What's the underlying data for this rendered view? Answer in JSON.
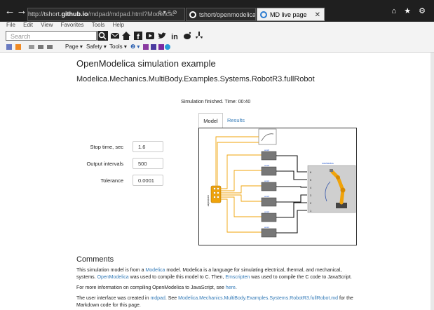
{
  "browser": {
    "address_prefix": "http://tshort.",
    "address_host": "github.io",
    "address_tail": "/mdpad/mdpad.html?Modelica.",
    "address_controls": "ρ ▾ ≡ ⊘",
    "tab1_label": "tshort/openmodelica-javas...",
    "tab2_label": "MD live page",
    "tab2_close": "✕",
    "back_glyph": "←",
    "forward_glyph": "→",
    "window_controls": "⌂ ★ ⚙"
  },
  "menu": [
    "File",
    "Edit",
    "View",
    "Favorites",
    "Tools",
    "Help"
  ],
  "search_placeholder": "Search",
  "toolbar_icons": [
    "search-icon",
    "mail-icon",
    "home-icon",
    "facebook-icon",
    "youtube-icon",
    "twitter-icon",
    "linkedin-icon",
    "reddit-icon",
    "yelp-icon"
  ],
  "commands": {
    "page": "Page ▾",
    "safety": "Safety ▾",
    "tools": "Tools ▾",
    "help": "❷ ▾"
  },
  "page": {
    "title": "OpenModelica simulation example",
    "model_name": "Modelica.Mechanics.MultiBody.Examples.Systems.RobotR3.fullRobot",
    "status": "Simulation finished.  Time: 00:40",
    "tabs": [
      "Model",
      "Results"
    ],
    "fields": [
      {
        "label": "Stop time, sec",
        "value": "1.6"
      },
      {
        "label": "Output intervals",
        "value": "500"
      },
      {
        "label": "Tolerance",
        "value": "0.0001"
      }
    ],
    "diagram": {
      "controller_label": "controller",
      "robot_label": "mechanics",
      "axis_labels": [
        "axis1",
        "axis2",
        "axis3",
        "axis4",
        "axis5",
        "axis6"
      ],
      "port_numbers": [
        "6",
        "5",
        "4",
        "3",
        "2",
        "1"
      ],
      "accent_orange": "#f0a30a",
      "accent_dark": "#333333"
    },
    "comments_heading": "Comments",
    "p1": {
      "t1": "This simulation model is from a ",
      "link1": "Modelica",
      "t2": " model. Modelica is a language for simulating electrical, thermal, and mechanical, systems. ",
      "link2": "OpenModelica",
      "t3": " was used to compile this model to C. Then, ",
      "link3": "Emscripten",
      "t4": " was used to compile the C code to JavaScript."
    },
    "p2": {
      "t1": "For more information on compiling OpenModelica to JavaScript, see ",
      "link1": "here",
      "t2": "."
    },
    "p3": {
      "t1": "The user interface was created in ",
      "link1": "mdpad",
      "t2": ". See ",
      "link2": "Modelica.Mechanics.MultiBody.Examples.Systems.RobotR3.fullRobot.md",
      "t3": " for the Markdown code for this page."
    }
  }
}
